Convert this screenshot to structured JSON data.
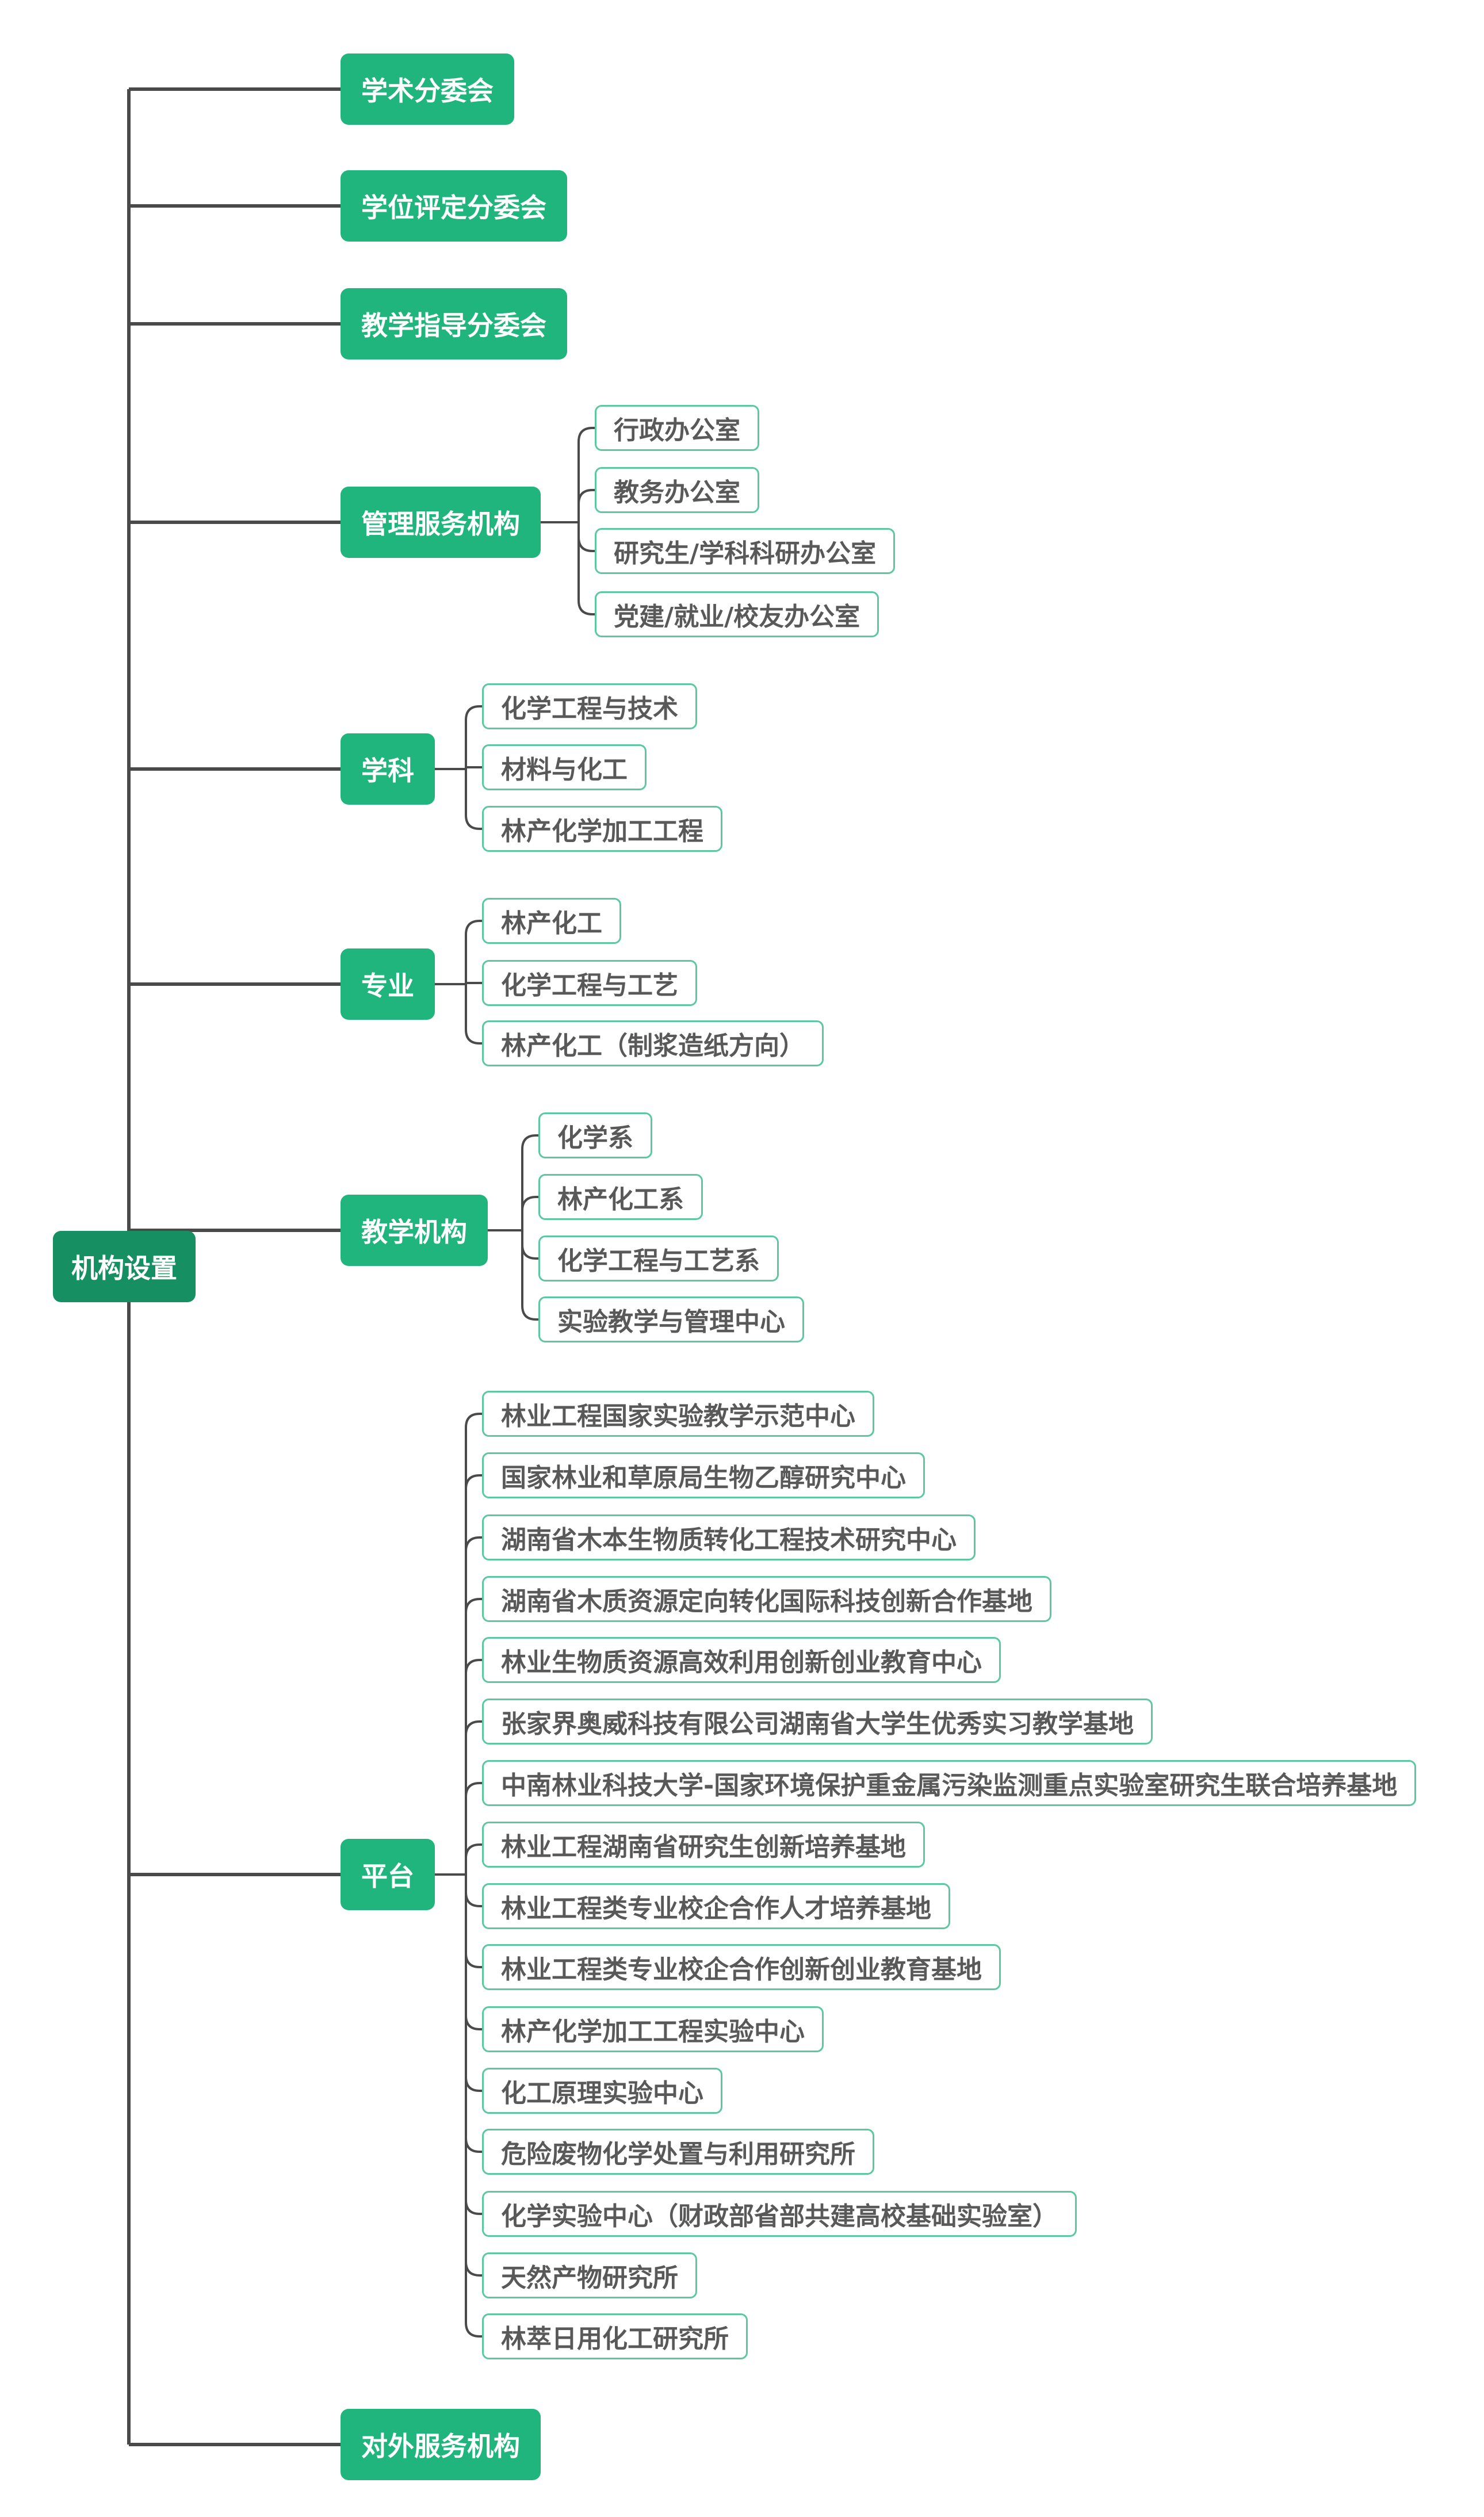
{
  "root": {
    "label": "机构设置"
  },
  "branches": [
    {
      "label": "学术分委会",
      "children": []
    },
    {
      "label": "学位评定分委会",
      "children": []
    },
    {
      "label": "教学指导分委会",
      "children": []
    },
    {
      "label": "管理服务机构",
      "children": [
        "行政办公室",
        "教务办公室",
        "研究生/学科科研办公室",
        "党建/就业/校友办公室"
      ]
    },
    {
      "label": "学科",
      "children": [
        "化学工程与技术",
        "材料与化工",
        "林产化学加工工程"
      ]
    },
    {
      "label": "专业",
      "children": [
        "林产化工",
        "化学工程与工艺",
        "林产化工（制浆造纸方向）"
      ]
    },
    {
      "label": "教学机构",
      "children": [
        "化学系",
        "林产化工系",
        "化学工程与工艺系",
        "实验教学与管理中心"
      ]
    },
    {
      "label": "平台",
      "children": [
        "林业工程国家实验教学示范中心",
        "国家林业和草原局生物乙醇研究中心",
        "湖南省木本生物质转化工程技术研究中心",
        "湖南省木质资源定向转化国际科技创新合作基地",
        "林业生物质资源高效利用创新创业教育中心",
        "张家界奥威科技有限公司湖南省大学生优秀实习教学基地",
        "中南林业科技大学-国家环境保护重金属污染监测重点实验室研究生联合培养基地",
        "林业工程湖南省研究生创新培养基地",
        "林业工程类专业校企合作人才培养基地",
        "林业工程类专业校企合作创新创业教育基地",
        "林产化学加工工程实验中心",
        "化工原理实验中心",
        "危险废物化学处置与利用研究所",
        "化学实验中心（财政部省部共建高校基础实验室）",
        "天然产物研究所",
        "林萃日用化工研究所"
      ]
    },
    {
      "label": "对外服务机构",
      "children": []
    }
  ],
  "colors": {
    "root": "#168f63",
    "branch": "#1fb57d",
    "leaf_border": "#5cc8a0",
    "leaf_text": "#595959",
    "line": "#4a4a4a"
  }
}
